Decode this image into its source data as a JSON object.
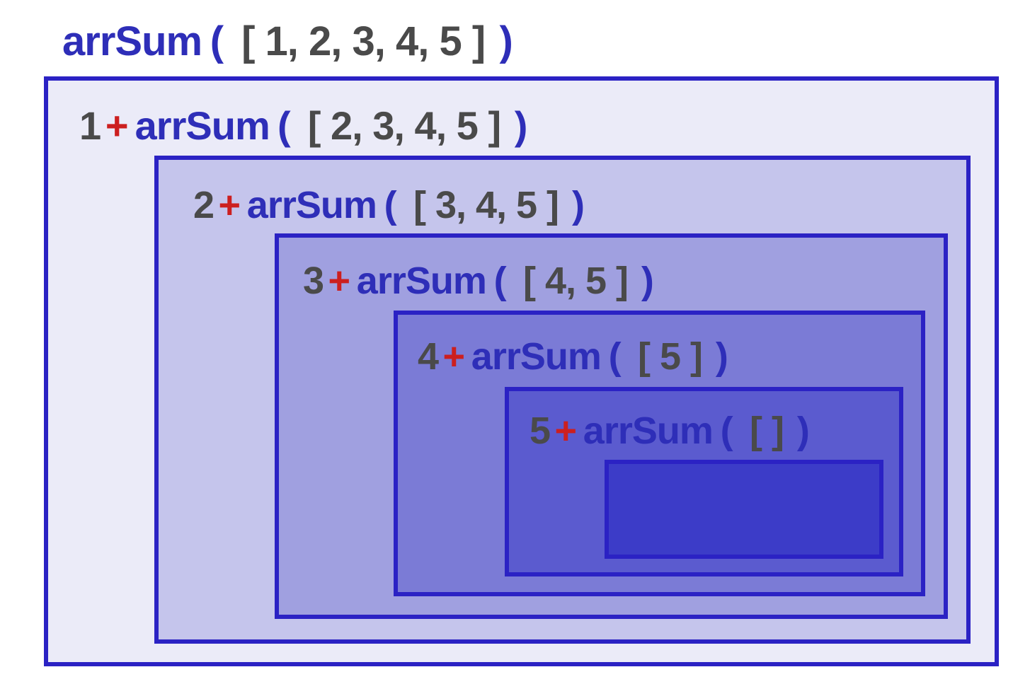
{
  "root_call": {
    "fn": "arrSum",
    "open": "(",
    "arg": "[ 1, 2, 3, 4, 5 ]",
    "close": ")"
  },
  "levels": [
    {
      "num": "1",
      "op": "+",
      "fn": "arrSum",
      "open": "(",
      "arg": "[ 2, 3, 4, 5 ]",
      "close": ")"
    },
    {
      "num": "2",
      "op": "+",
      "fn": "arrSum",
      "open": "(",
      "arg": "[ 3, 4, 5 ]",
      "close": ")"
    },
    {
      "num": "3",
      "op": "+",
      "fn": "arrSum",
      "open": "(",
      "arg": "[ 4, 5 ]",
      "close": ")"
    },
    {
      "num": "4",
      "op": "+",
      "fn": "arrSum",
      "open": "(",
      "arg": "[ 5 ]",
      "close": ")"
    },
    {
      "num": "5",
      "op": "+",
      "fn": "arrSum",
      "open": "(",
      "arg": "[ ]",
      "close": ")"
    }
  ],
  "colors": {
    "border": "#2b22c4",
    "function_text": "#2e2eb8",
    "number_text": "#4a4a4a",
    "plus_text": "#cc1f1f",
    "level_fills": [
      "#ebebf8",
      "#c5c5ec",
      "#a0a0e0",
      "#7b7bd6",
      "#5b5bcf",
      "#3c3cc8"
    ]
  }
}
